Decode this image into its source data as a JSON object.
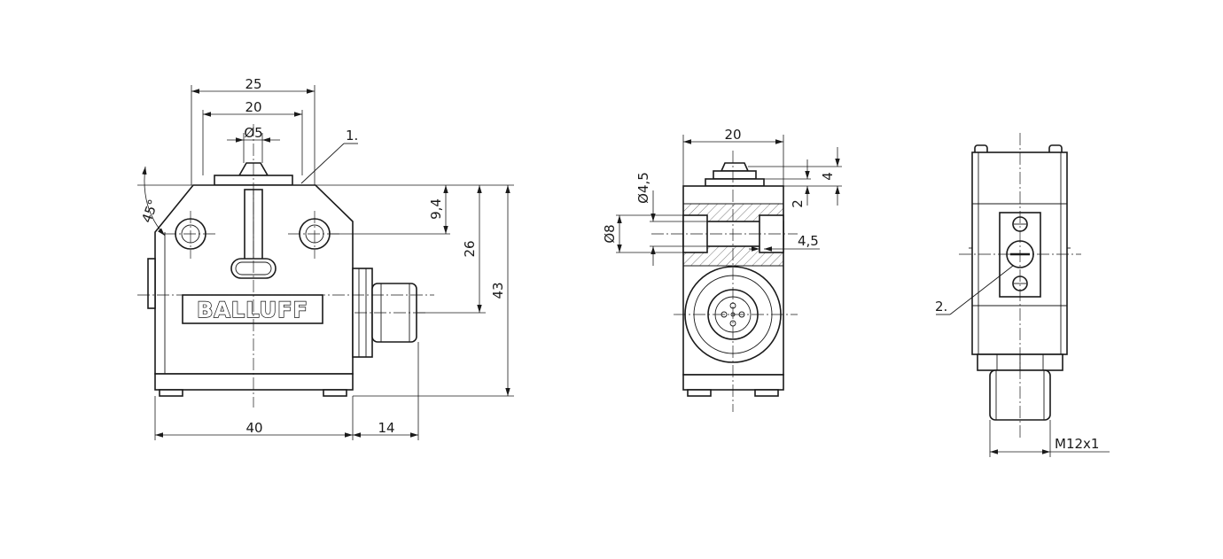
{
  "brand": "BALLUFF",
  "front_view": {
    "dim_top_outer": "25",
    "dim_top_inner": "20",
    "dim_plunger": "Ø5",
    "angle": "45°",
    "dim_hole_offset": "9,4",
    "dim_mid_height": "26",
    "dim_total_height": "43",
    "dim_width": "40",
    "dim_connector": "14",
    "callout_1": "1."
  },
  "side_view": {
    "dim_width": "20",
    "dim_hole_small": "Ø4,5",
    "dim_hole_large": "Ø8",
    "dim_depth": "4,5",
    "dim_plunger_height": "4",
    "dim_plunger_gap": "2"
  },
  "rear_view": {
    "callout_2": "2.",
    "thread": "M12x1"
  }
}
